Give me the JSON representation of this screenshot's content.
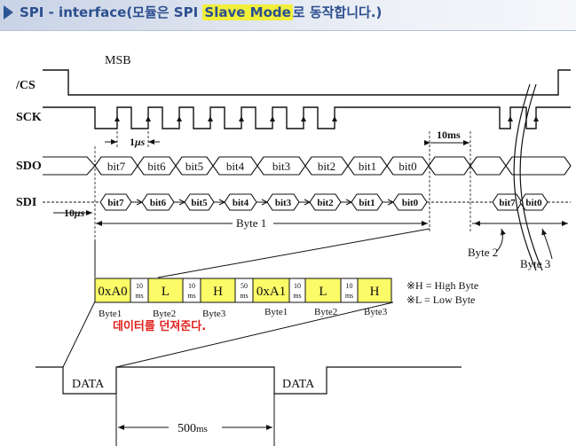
{
  "header": {
    "prefix": "SPI   - interface(모듈은 SPI ",
    "highlight": "Slave Mode",
    "suffix": "로 동작합니다.)"
  },
  "signals": {
    "cs": "/CS",
    "sck": "SCK",
    "sdo": "SDO",
    "sdi": "SDI"
  },
  "labels": {
    "msb": "MSB",
    "t_1us": "1",
    "us_unit": "μs",
    "t_10ms": "10ms",
    "t_10us": "10",
    "byte1": "Byte 1",
    "byte2": "Byte 2",
    "byte3": "Byte 3"
  },
  "sdo_bits": [
    "bit7",
    "bit6",
    "bit5",
    "bit4",
    "bit3",
    "bit2",
    "bit1",
    "bit0"
  ],
  "sdi_bits": [
    "bit7",
    "bit6",
    "bit5",
    "bit4",
    "bit3",
    "bit2",
    "bit1",
    "bit0"
  ],
  "sdi_end_bits": [
    "bit7",
    "bit0"
  ],
  "packet": {
    "cells": [
      {
        "text": "0xA0",
        "kind": "yellow"
      },
      {
        "text": "10",
        "sub": "ms",
        "kind": "white"
      },
      {
        "text": "L",
        "kind": "yellow"
      },
      {
        "text": "10",
        "sub": "ms",
        "kind": "white"
      },
      {
        "text": "H",
        "kind": "yellow"
      },
      {
        "text": "50",
        "sub": "ms",
        "kind": "white"
      },
      {
        "text": "0xA1",
        "kind": "yellow"
      },
      {
        "text": "10",
        "sub": "ms",
        "kind": "white"
      },
      {
        "text": "L",
        "kind": "yellow"
      },
      {
        "text": "10",
        "sub": "ms",
        "kind": "white"
      },
      {
        "text": "H",
        "kind": "yellow"
      }
    ],
    "byte_labels": [
      "Byte1",
      "Byte2",
      "Byte3",
      "Byte1",
      "Byte2",
      "Byte3"
    ],
    "yellow_color": "#fbfa67"
  },
  "legend": [
    "※H = High Byte",
    "※L = Low Byte"
  ],
  "note_kr": "데이터를 던져준다.",
  "data_labels": [
    "DATA",
    "DATA"
  ],
  "period": {
    "value": "500",
    "unit": "ms"
  },
  "colors": {
    "accent": "#2c4f8f",
    "highlight": "#f1ef3a",
    "note": "#e0201c"
  }
}
